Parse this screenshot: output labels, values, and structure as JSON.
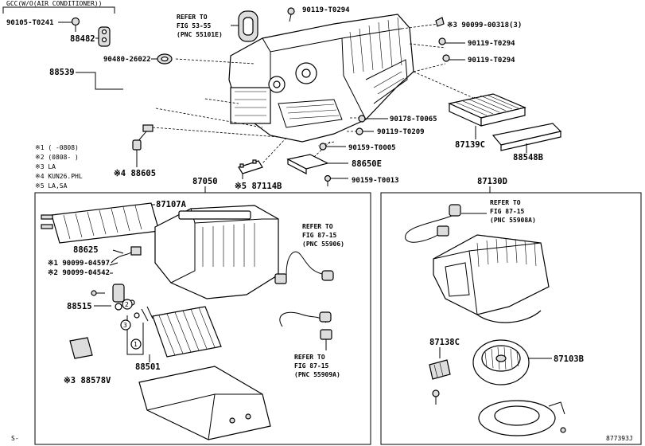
{
  "header": {
    "gcc_note": "GCC(W/O(AIR CONDITIONER))"
  },
  "parts": {
    "p90105": "90105-T0241",
    "p88482": "88482",
    "p90480": "90480-26022",
    "p88539": "88539",
    "p90119a": "90119-T0294",
    "p90099a": "※3 90099-00318(3)",
    "p90119b": "90119-T0294",
    "p90119c": "90119-T0294",
    "p90178": "90178-T0065",
    "p90119d": "90119-T0209",
    "p87139c": "87139C",
    "p88548b": "88548B",
    "p90159a": "90159-T0005",
    "p88650e": "88650E",
    "p90159b": "90159-T0013",
    "p88605": "※4 88605",
    "p87114b": "※5 87114B",
    "p87050": "87050",
    "p87130d": "87130D",
    "p87107a": "87107A",
    "p88625": "88625",
    "p90099b": "※1 90099-04597",
    "p90099c": "※2 90099-04542",
    "p88515": "88515",
    "p88501": "88501",
    "p88578v": "※3 88578V",
    "p87138c": "87138C",
    "p87103b": "87103B"
  },
  "refs": {
    "r1": {
      "line1": "REFER TO",
      "line2": "FIG 53-55",
      "line3": "(PNC 55101E)"
    },
    "r2": {
      "line1": "REFER TO",
      "line2": "FIG 87-15",
      "line3": "(PNC 55906)"
    },
    "r3": {
      "line1": "REFER TO",
      "line2": "FIG 87-15",
      "line3": "(PNC 55909A)"
    },
    "r4": {
      "line1": "REFER TO",
      "line2": "FIG 87-15",
      "line3": "(PNC 55908A)"
    }
  },
  "notes": [
    "※1 (    -0808)",
    "※2 (0808-     )",
    "※3 LA",
    "※4 KUN26.PHL",
    "※5 LA,SA"
  ],
  "callouts": {
    "c1": "1",
    "c2": "2",
    "c3": "3"
  },
  "footer": {
    "left": "S-",
    "code": "877393J"
  }
}
